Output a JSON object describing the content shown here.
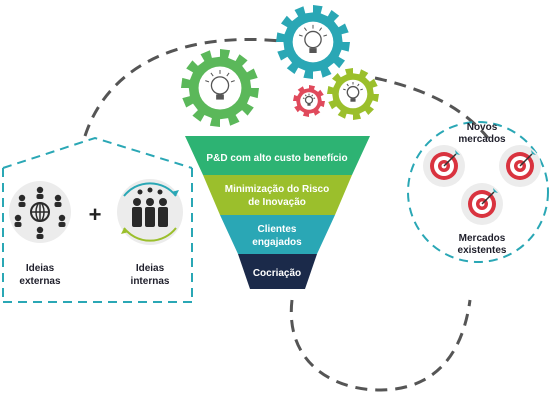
{
  "left": {
    "external_label_1": "Ideias",
    "external_label_2": "externas",
    "internal_label_1": "Ideias",
    "internal_label_2": "internas",
    "plus_sign": "+"
  },
  "funnel": {
    "tiers": [
      {
        "line1": "P&D com alto custo benefício",
        "line2": "",
        "color": "#2db373"
      },
      {
        "line1": "Minimização do Risco",
        "line2": "de Inovação",
        "color": "#9bbf2c"
      },
      {
        "line1": "Clientes",
        "line2": "engajados",
        "color": "#2aa7b5"
      },
      {
        "line1": "Cocriação",
        "line2": "",
        "color": "#1b2a4a"
      }
    ]
  },
  "right": {
    "new_markets_1": "Novos",
    "new_markets_2": "mercados",
    "existing_markets_1": "Mercados",
    "existing_markets_2": "existentes"
  },
  "colors": {
    "gear_green": "#5bb85a",
    "gear_teal": "#2aa7b5",
    "gear_red": "#e04a5c",
    "gear_lime": "#9bbf2c",
    "dash_gray": "#555555",
    "dash_teal": "#2aa7b5",
    "target_red": "#d9333f"
  }
}
